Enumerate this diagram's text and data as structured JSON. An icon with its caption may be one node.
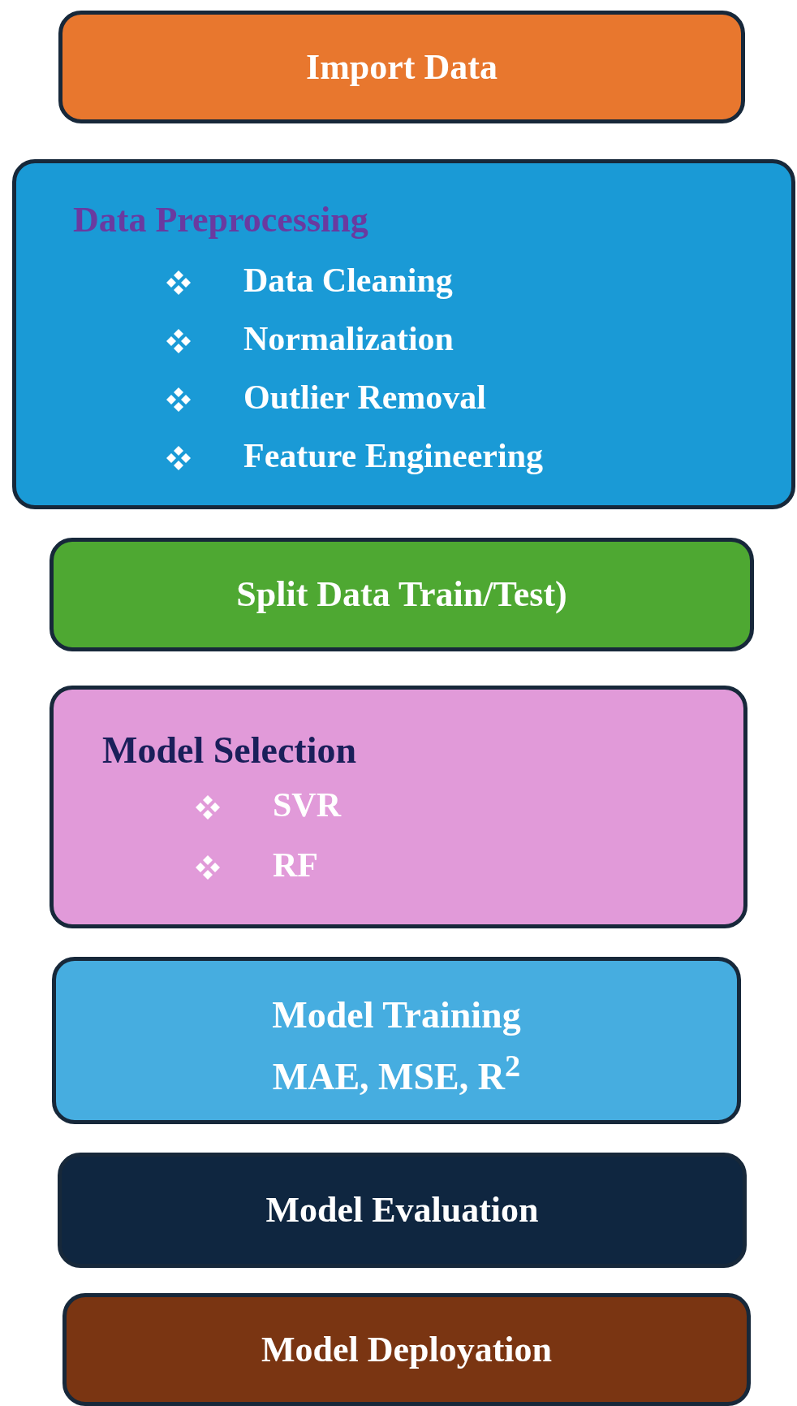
{
  "diagram": {
    "nodes": [
      {
        "text": [
          "Import Data"
        ]
      },
      {
        "text": [
          "Data Preprocessing",
          "Data Cleaning",
          "Normalization",
          "Outlier Removal",
          "Feature Engineering"
        ]
      },
      {
        "text": [
          "Split Data Train/Test)"
        ]
      },
      {
        "text": [
          "Model Selection",
          "SVR",
          "RF"
        ]
      },
      {
        "text": [
          "Model Training",
          "MAE, MSE, R$^{2}$"
        ]
      },
      {
        "text": [
          "Model Evaluation"
        ]
      },
      {
        "text": [
          "Model Deployation"
        ]
      }
    ]
  }
}
